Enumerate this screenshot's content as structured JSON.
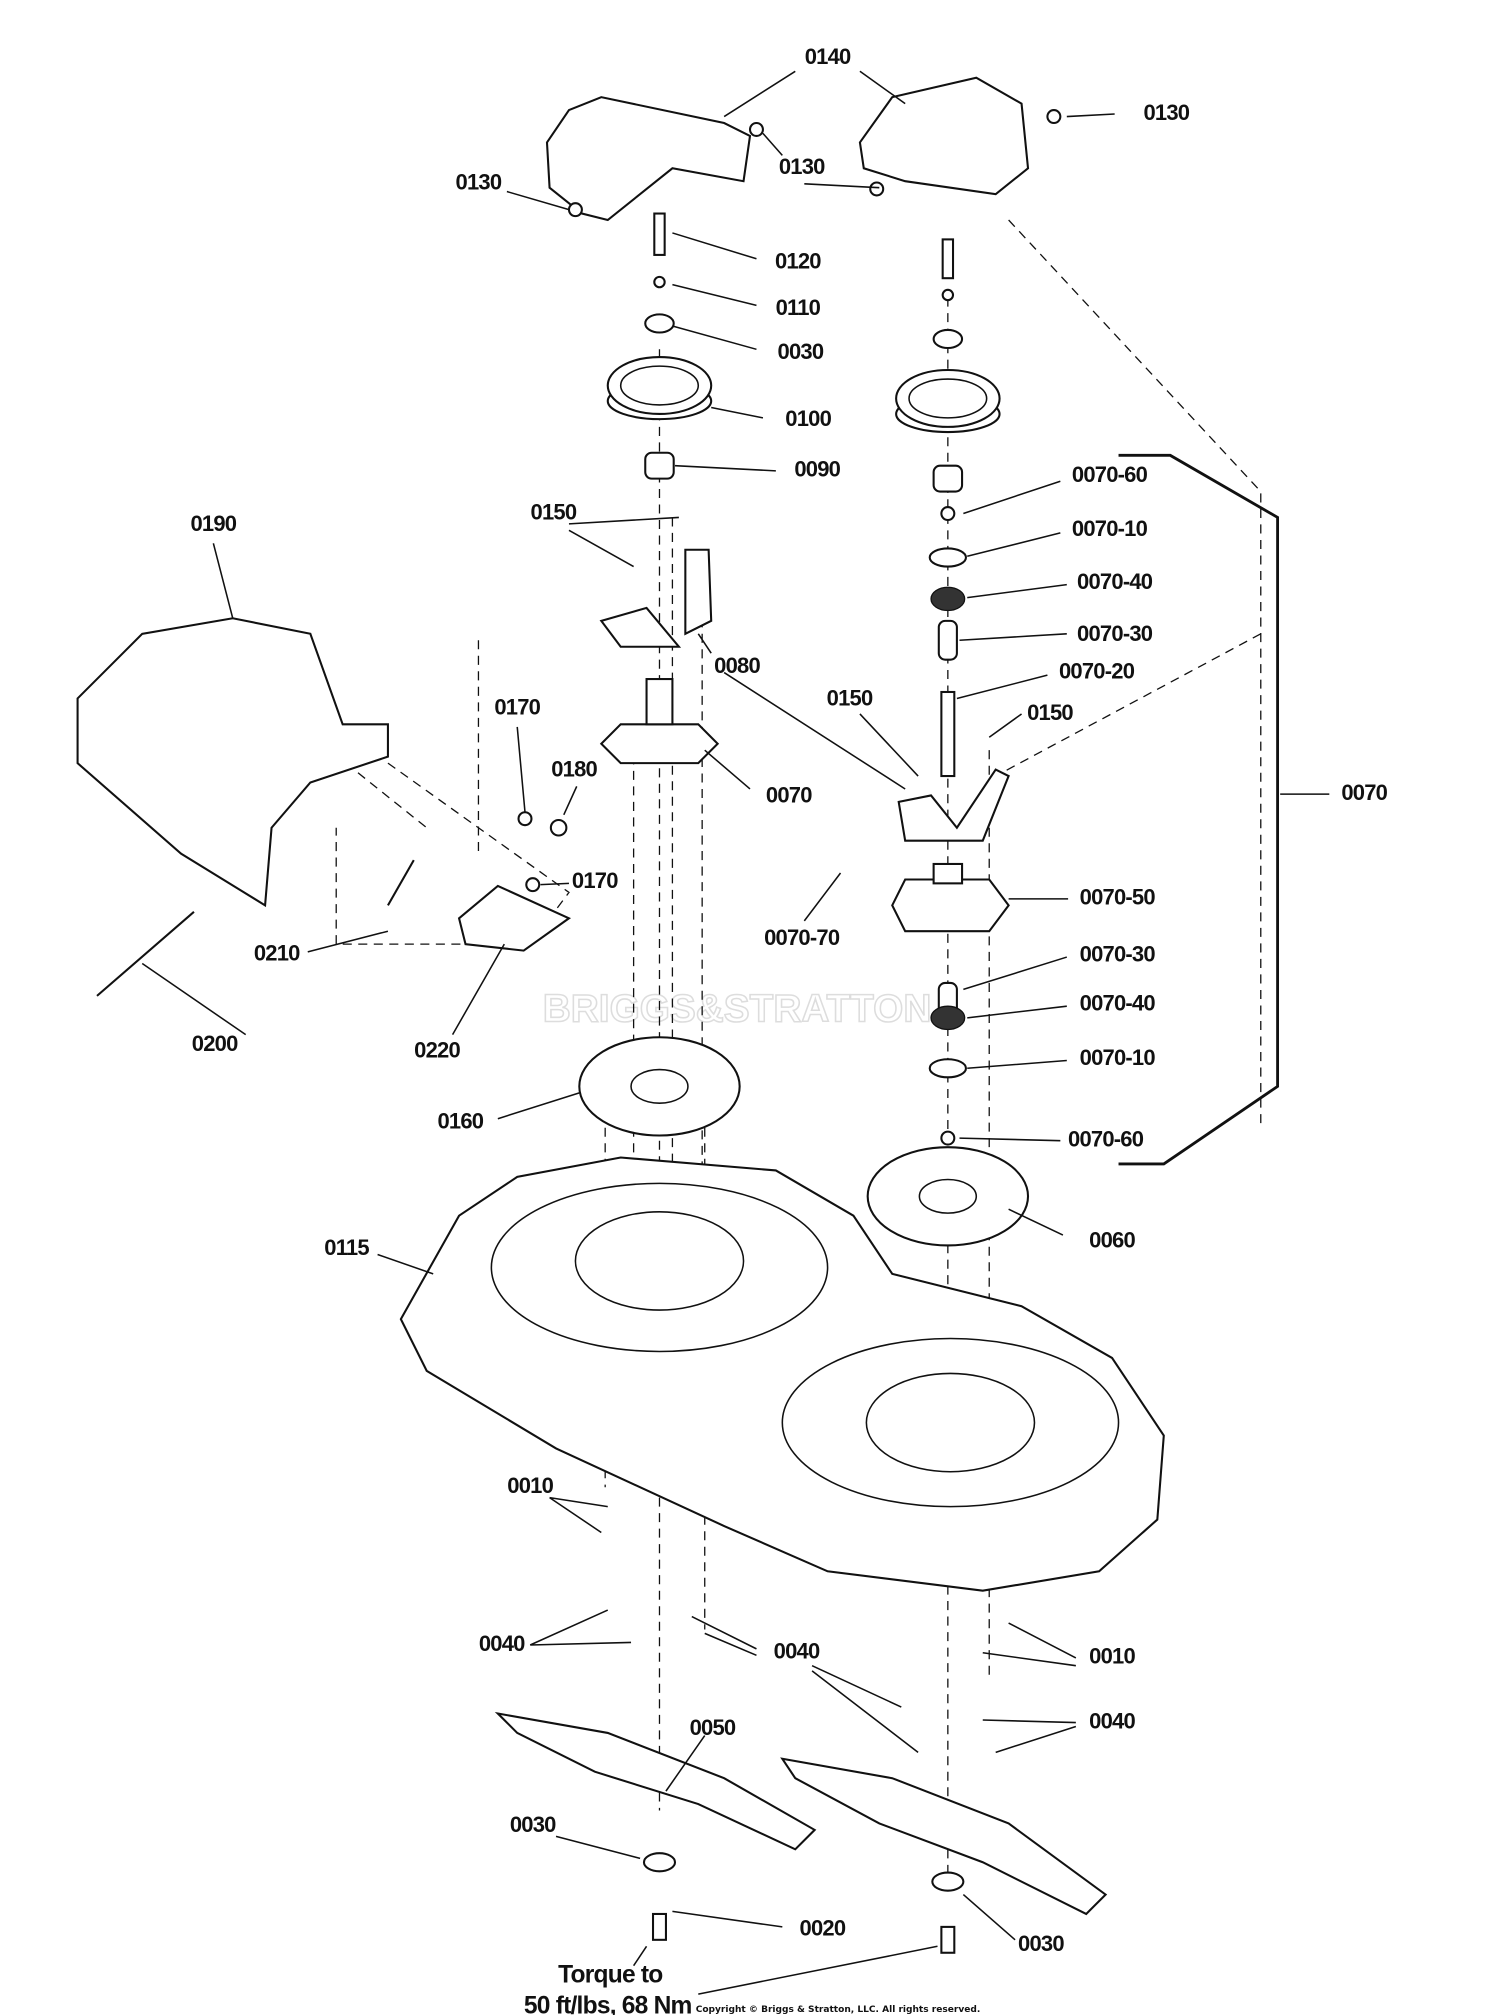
{
  "labels": {
    "l0140": "0140",
    "l0130a": "0130",
    "l0130b": "0130",
    "l0130c": "0130",
    "l0120": "0120",
    "l0110": "0110",
    "l0030a": "0030",
    "l0100": "0100",
    "l0090": "0090",
    "l0070_60a": "0070-60",
    "l0070_10a": "0070-10",
    "l0070_40a": "0070-40",
    "l0070_30a": "0070-30",
    "l0070_20": "0070-20",
    "l0190": "0190",
    "l0150a": "0150",
    "l0080": "0080",
    "l0150b": "0150",
    "l0150c": "0150",
    "l0170a": "0170",
    "l0180": "0180",
    "l0070a": "0070",
    "l0070b": "0070",
    "l0170b": "0170",
    "l0070_50": "0070-50",
    "l0070_70": "0070-70",
    "l0070_30b": "0070-30",
    "l0210": "0210",
    "l0070_40b": "0070-40",
    "l0200": "0200",
    "l0220": "0220",
    "l0070_10b": "0070-10",
    "l0160": "0160",
    "l0070_60b": "0070-60",
    "l0060": "0060",
    "l0115": "0115",
    "l0010a": "0010",
    "l0040a": "0040",
    "l0040b": "0040",
    "l0010b": "0010",
    "l0040c": "0040",
    "l0050": "0050",
    "l0030b": "0030",
    "l0020": "0020",
    "l0030c": "0030"
  },
  "torque_note": {
    "line1": "Torque to",
    "line2": "50 ft/lbs, 68 Nm"
  },
  "copyright": "Copyright © Briggs & Stratton, LLC. All rights reserved.",
  "watermark": "BRIGGS&STRATTON"
}
